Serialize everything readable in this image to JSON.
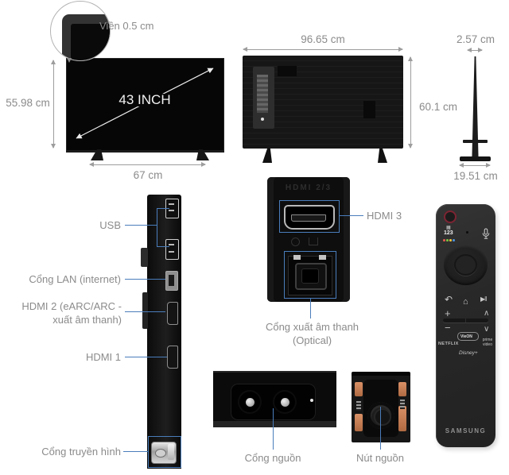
{
  "colors": {
    "callout_blue": "#4a7dbb",
    "dimension_text": "#8b8b8b",
    "arrow_gray": "#9d9d9d",
    "tv_black": "#0a0a0a",
    "remote_body": "#2a2a2a",
    "copper_contact": "#c97f55",
    "power_ring_red": "#7d2433"
  },
  "front_view": {
    "bezel_label": "Viền 0.5 cm",
    "diagonal_label": "43 INCH",
    "height_label": "55.98 cm",
    "stand_width_label": "67 cm"
  },
  "back_view": {
    "width_label": "96.65 cm",
    "height_label": "60.1 cm"
  },
  "side_view": {
    "depth_label": "2.57 cm",
    "stand_depth_label": "19.51 cm"
  },
  "side_ports": {
    "usb_label": "USB",
    "lan_label": "Cổng LAN (internet)",
    "hdmi2_label_line1": "HDMI 2 (eARC/ARC -",
    "hdmi2_label_line2": "xuất âm thanh)",
    "hdmi1_label": "HDMI 1",
    "antenna_label": "Cổng truyền hình"
  },
  "rear_ports": {
    "panel_embossed_label": "HDMI 2/3",
    "hdmi3_label": "HDMI 3",
    "optical_label_line1": "Cổng xuất âm thanh",
    "optical_label_line2": "(Optical)"
  },
  "bottom_details": {
    "power_port_label": "Cổng nguồn",
    "power_button_label": "Nút nguồn"
  },
  "remote": {
    "brand": "SAMSUNG",
    "numpad_button": "123",
    "numpad_grid_icon": "▦",
    "back_icon": "↶",
    "home_icon": "⌂",
    "playpause_icon": "▶‖",
    "volume_up": "+",
    "volume_down": "−",
    "channel_up": "∧",
    "channel_down": "∨",
    "app_netflix": "NETFLIX",
    "app_vieon": "VieON",
    "app_prime_line1": "prime",
    "app_prime_line2": "video",
    "app_disney": "Disney+"
  }
}
